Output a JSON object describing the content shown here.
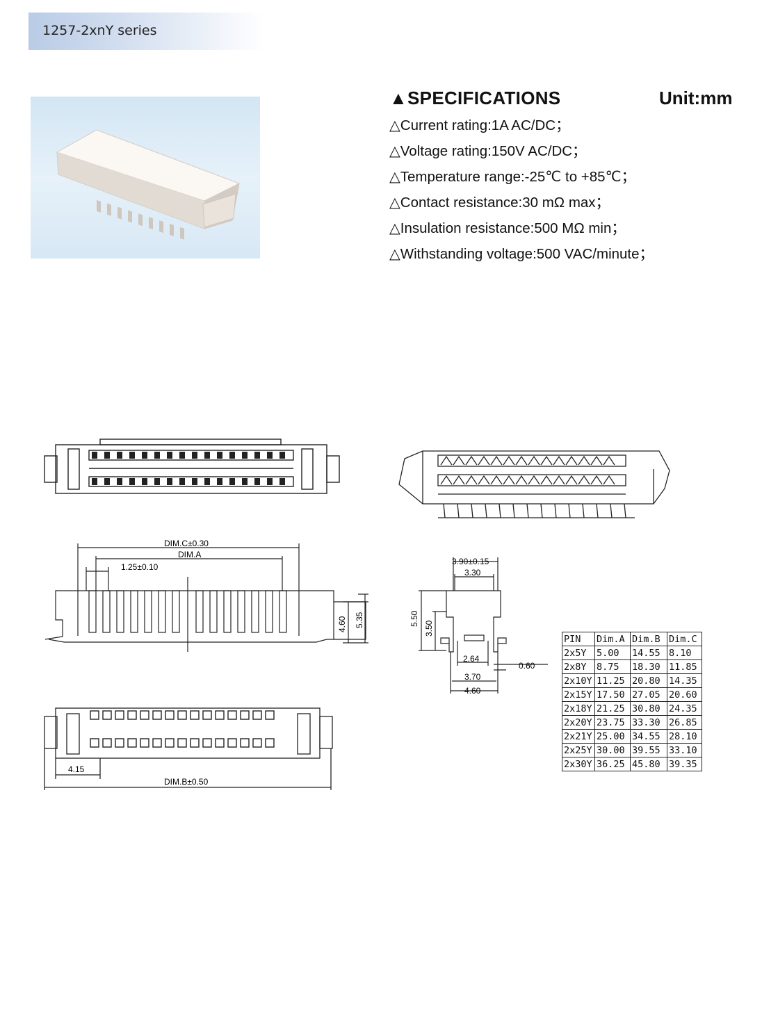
{
  "header": {
    "series_label": "1257-2xnY series"
  },
  "specs": {
    "title": "▲SPECIFICATIONS",
    "unit": "Unit:mm",
    "items": [
      "△Current rating:1A AC/DC；",
      "△Voltage rating:150V AC/DC；",
      "△Temperature range:-25℃  to +85℃；",
      "△Contact resistance:30 mΩ max；",
      "△Insulation resistance:500 MΩ min；",
      "△Withstanding voltage:500 VAC/minute；"
    ]
  },
  "drawing_labels": {
    "dim_c": "DIM.C±0.30",
    "dim_a": "DIM.A",
    "pitch": "1.25±0.10",
    "h1": "4.60",
    "h2": "5.35",
    "offset": "4.15",
    "dim_b": "DIM.B±0.50",
    "side_w1": "3.90±0.15",
    "side_w2": "3.30",
    "side_h1": "5.50",
    "side_h2": "3.50",
    "side_w3": "2.64",
    "side_t": "0.60",
    "side_w4": "3.70",
    "side_w5": "4.60"
  },
  "dim_table": {
    "headers": [
      "PIN",
      "Dim.A",
      "Dim.B",
      "Dim.C"
    ],
    "rows": [
      [
        "2x5Y",
        "5.00",
        "14.55",
        "8.10"
      ],
      [
        "2x8Y",
        "8.75",
        "18.30",
        "11.85"
      ],
      [
        "2x10Y",
        "11.25",
        "20.80",
        "14.35"
      ],
      [
        "2x15Y",
        "17.50",
        "27.05",
        "20.60"
      ],
      [
        "2x18Y",
        "21.25",
        "30.80",
        "24.35"
      ],
      [
        "2x20Y",
        "23.75",
        "33.30",
        "26.85"
      ],
      [
        "2x21Y",
        "25.00",
        "34.55",
        "28.10"
      ],
      [
        "2x25Y",
        "30.00",
        "39.55",
        "33.10"
      ],
      [
        "2x30Y",
        "36.25",
        "45.80",
        "39.35"
      ]
    ]
  }
}
